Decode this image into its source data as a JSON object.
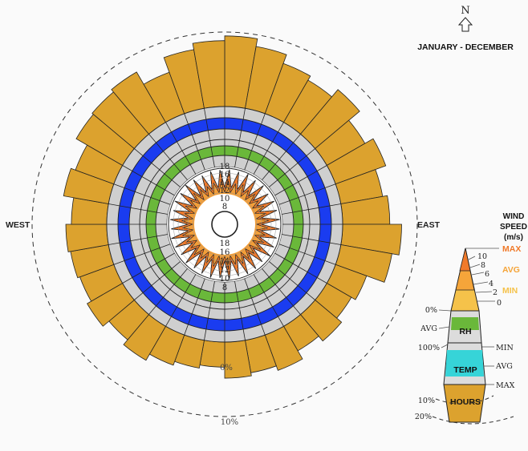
{
  "header": {
    "north_letter": "N",
    "period": "JANUARY - DECEMBER"
  },
  "compass": {
    "west": "WEST",
    "east": "EAST"
  },
  "legend": {
    "wind_title_line1": "WIND",
    "wind_title_line2": "SPEED",
    "wind_title_line3": "(m/s)",
    "max": "MAX",
    "avg": "AVG",
    "min": "MIN",
    "wind_ticks": [
      "10",
      "8",
      "6",
      "4",
      "2",
      "0"
    ],
    "left_0pct": "0%",
    "left_avg": "AVG",
    "left_100pct": "100%",
    "rh": "RH",
    "temp": "TEMP",
    "temp_min": "MIN",
    "temp_avg": "AVG",
    "temp_max": "MAX",
    "hours": "HOURS",
    "hours_10": "10%",
    "hours_20": "20%"
  },
  "colors": {
    "wind_max": "#f07a2a",
    "wind_avg": "#f5a53a",
    "wind_min": "#f5c24a",
    "rh": "#6ab83a",
    "temp": "#36d4d8",
    "hours": "#dca22e",
    "blue_band": "#1a3cf0",
    "green_band": "#6ab83a",
    "grey_band": "#cfcfcf"
  },
  "chart_data": {
    "type": "radar",
    "directions": 36,
    "hours_scale_labels": {
      "outer": "10%",
      "bottom": "0%"
    },
    "inner_speed_ticks_up": [
      "18",
      "16",
      "14",
      "12",
      "10",
      "8"
    ],
    "inner_speed_ticks_down": [
      "18",
      "16",
      "14",
      "12",
      "10",
      "8"
    ],
    "hours_percent": [
      9.0,
      8.0,
      6.8,
      6.2,
      7.4,
      5.6,
      6.8,
      5.4,
      6.0,
      7.5,
      6.6,
      4.2,
      3.6,
      4.4,
      3.6,
      4.8,
      4.2,
      4.6,
      3.2,
      3.6,
      4.1,
      5.0,
      4.2,
      5.2,
      4.6,
      4.9,
      5.2,
      4.5,
      5.8,
      5.2,
      6.8,
      7.0,
      7.4,
      5.6,
      7.6,
      8.4
    ],
    "wind_max_ms": [
      9.6,
      9.4,
      9.8,
      9.2,
      9.6,
      9.0,
      9.5,
      9.3,
      9.7,
      9.6,
      9.2,
      9.4,
      9.8,
      9.0,
      9.4,
      9.6,
      9.2,
      9.5,
      9.3,
      9.7,
      9.4,
      9.1,
      9.6,
      9.0,
      9.4,
      9.7,
      9.2,
      9.5,
      9.0,
      9.6,
      9.3,
      9.8,
      9.4,
      9.2,
      9.6,
      9.5
    ],
    "wind_avg_ms": [
      5.8,
      5.4,
      6.0,
      5.2,
      5.6,
      5.0,
      5.8,
      5.5,
      6.1,
      5.7,
      5.3,
      5.6,
      6.0,
      5.1,
      5.5,
      5.9,
      5.2,
      5.7,
      5.3,
      5.9,
      5.5,
      5.2,
      5.8,
      5.0,
      5.4,
      5.9,
      5.3,
      5.6,
      5.1,
      5.8,
      5.4,
      6.0,
      5.5,
      5.3,
      5.7,
      5.6
    ]
  }
}
